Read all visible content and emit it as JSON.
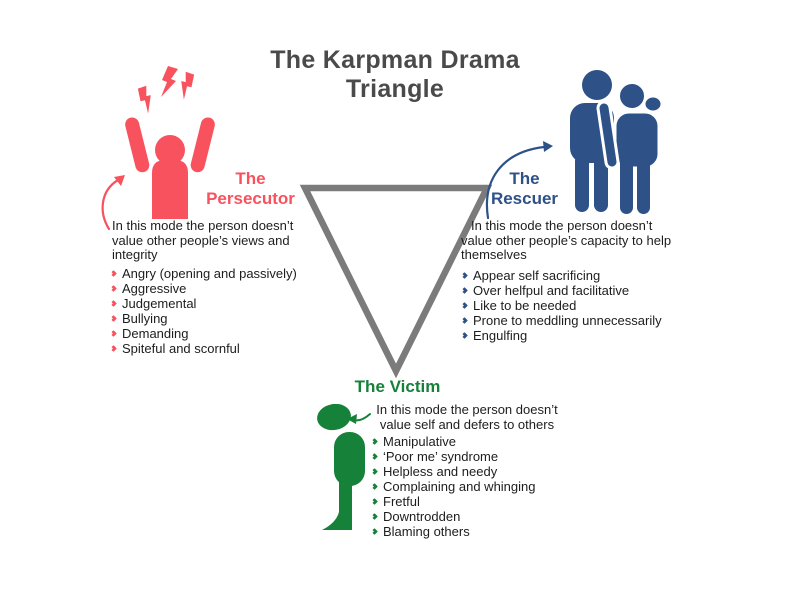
{
  "title": {
    "line1": "The Karpman Drama",
    "line2": "Triangle"
  },
  "colors": {
    "persecutor": "#F8525E",
    "rescuer": "#2E5187",
    "victim": "#168139",
    "triangle": "#7B7B7B",
    "title": "#4A4A4A",
    "body_text": "#1D1D1D",
    "background": "#FFFFFF"
  },
  "icons": {
    "persecutor": "angry-person-with-lightning-icon",
    "rescuer": "two-people-shoulder-icon",
    "victim": "slumped-person-icon",
    "persecutor_arrow": "curved-arrow-icon",
    "rescuer_arrow": "curved-arrow-icon",
    "victim_arrow": "left-arrow-icon",
    "bullet": "chevron-right-icon"
  },
  "persecutor": {
    "label_line1": "The",
    "label_line2": "Persecutor",
    "description": "In this mode the person doesn’t value other people’s views and integrity",
    "traits": [
      "Angry (opening and passively)",
      "Aggressive",
      "Judgemental",
      "Bullying",
      "Demanding",
      "Spiteful and scornful"
    ]
  },
  "rescuer": {
    "label_line1": "The",
    "label_line2": "Rescuer",
    "description": "In this mode the person doesn’t value other people’s capacity to help themselves",
    "traits": [
      "Appear self sacrificing",
      "Over helfpul and facilitative",
      "Like to be needed",
      "Prone to meddling unnecessarily",
      "Engulfing"
    ]
  },
  "victim": {
    "label": "The Victim",
    "description": "In this mode the person doesn’t value self and defers to others",
    "traits": [
      "Manipulative",
      "‘Poor me’ syndrome",
      "Helpless and needy",
      "Complaining and whinging",
      "Fretful",
      "Downtrodden",
      "Blaming others"
    ]
  }
}
